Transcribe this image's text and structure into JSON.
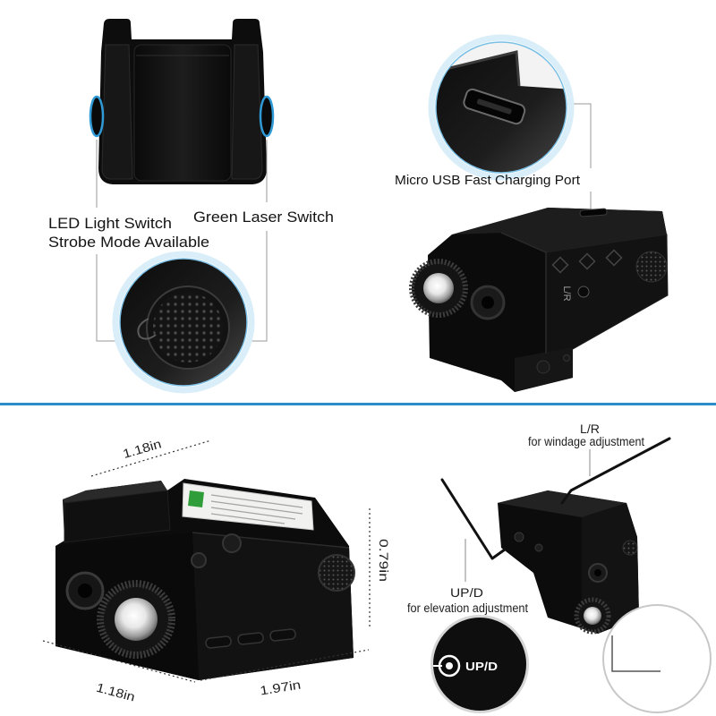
{
  "callouts": {
    "led_switch": "LED Light Switch",
    "strobe_mode": "Strobe Mode Available",
    "laser_switch": "Green Laser Switch",
    "usb_port": "Micro USB Fast Charging Port"
  },
  "device_engraving": "L/R",
  "dimensions": {
    "top_width": "1.18in",
    "height": "0.79in",
    "length": "1.97in",
    "front_width": "1.18in"
  },
  "adjustments": {
    "windage_label": "L/R",
    "windage_desc": "for windage adjustment",
    "elevation_label": "UP/D",
    "elevation_desc": "for elevation adjustment",
    "dial_label": "UP/D"
  },
  "colors": {
    "divider_blue": "#2a8dc8",
    "button_ring_blue": "#2f9ad6",
    "device_black": "#0c0c0c",
    "laser_green": "#2f9e3a",
    "sticker_white": "#f1f1ef"
  }
}
